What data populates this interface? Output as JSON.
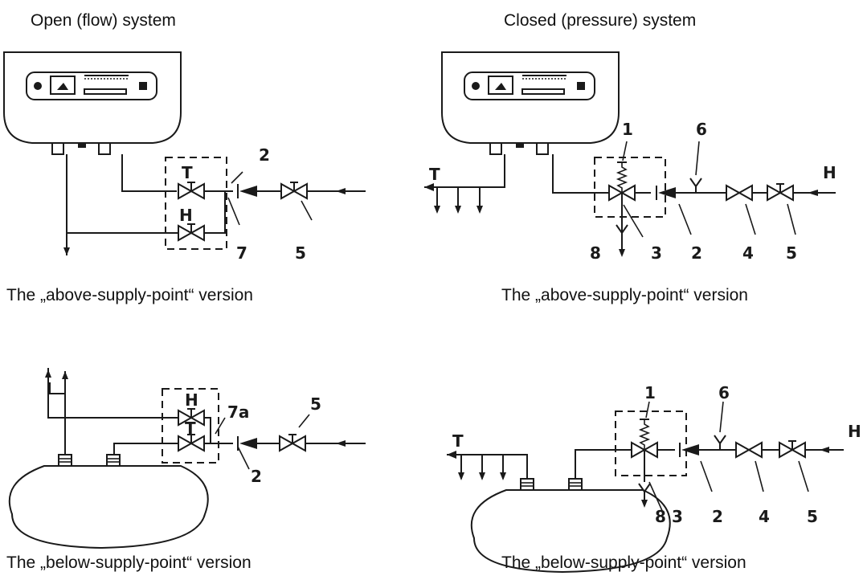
{
  "headings": {
    "open": "Open (flow) system",
    "closed": "Closed (pressure) system"
  },
  "captions": {
    "open_above": "The „above-supply-point“ version",
    "closed_above": "The „above-supply-point“ version",
    "open_below": "The „below-supply-point“ version",
    "closed_below": "The „below-supply-point“ version"
  },
  "labels": {
    "open_above": {
      "T": "T",
      "H": "H",
      "n2": "2",
      "n7": "7",
      "n5": "5"
    },
    "closed_above": {
      "T": "T",
      "H": "H",
      "n1": "1",
      "n6": "6",
      "n8": "8",
      "n3": "3",
      "n2": "2",
      "n4": "4",
      "n5": "5"
    },
    "open_below": {
      "H": "H",
      "T": "T",
      "n7a": "7a",
      "n5": "5",
      "n2": "2"
    },
    "closed_below": {
      "T": "T",
      "H": "H",
      "n1": "1",
      "n6": "6",
      "n8": "8",
      "n3": "3",
      "n2": "2",
      "n4": "4",
      "n5": "5"
    }
  }
}
